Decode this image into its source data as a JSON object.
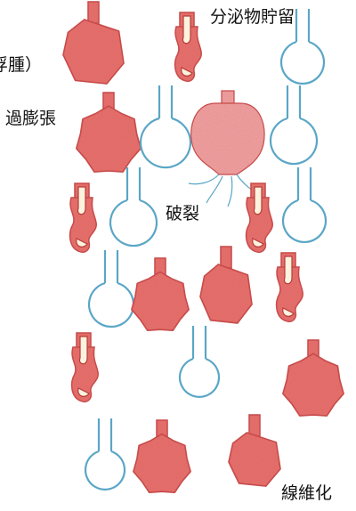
{
  "labels": {
    "secretion_retention": "分泌物貯留",
    "edema_partial": "浮腫）",
    "overdistension": "過膨張",
    "rupture": "破裂",
    "fibrosis": "線維化"
  },
  "colors": {
    "lesion_fill": "#e8716d",
    "lesion_stroke": "#c84a48",
    "lesion_dark": "#b83c3a",
    "ruptured_fill": "#f2a4a4",
    "lumen_fill": "#fbf3de",
    "normal_stroke": "#5aa6c6"
  },
  "icons": {
    "normal_acinus": "empty-alveolus-icon",
    "secretion": "secretion-filled-acinus-icon",
    "overdistension": "overdistended-acinus-icon",
    "fibrosis": "fibrotic-acinus-icon",
    "rupture": "ruptured-acinus-icon"
  }
}
